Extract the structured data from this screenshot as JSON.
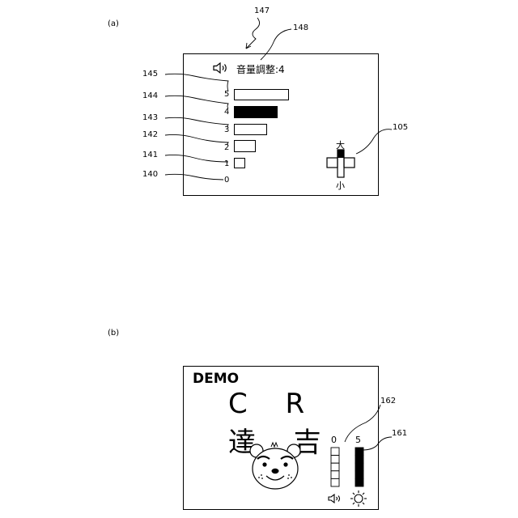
{
  "figure_a": {
    "label": "(a)",
    "refs": {
      "r147": "147",
      "r148": "148",
      "r145": "145",
      "r144": "144",
      "r143": "143",
      "r142": "142",
      "r141": "141",
      "r140": "140",
      "r105": "105"
    },
    "title": "音量調整:4",
    "levels": [
      {
        "label": "5",
        "value": 5,
        "selected": false
      },
      {
        "label": "4",
        "value": 4,
        "selected": true
      },
      {
        "label": "3",
        "value": 3,
        "selected": false
      },
      {
        "label": "2",
        "value": 2,
        "selected": false
      },
      {
        "label": "1",
        "value": 1,
        "selected": false
      },
      {
        "label": "0",
        "value": 0,
        "selected": false
      }
    ],
    "current_level": 4,
    "control": {
      "up_label": "大",
      "down_label": "小"
    }
  },
  "figure_b": {
    "label": "(b)",
    "refs": {
      "r162": "162",
      "r161": "161"
    },
    "demo": "DEMO",
    "game_title": "C R 達 吉",
    "volume_gauge_value_label": "0",
    "brightness_gauge_value_label": "5",
    "volume_level": 0,
    "brightness_level": 5,
    "max_level": 5
  },
  "icons": {
    "speaker": "speaker-icon",
    "sun": "sun-icon",
    "bear": "bear-face-icon"
  }
}
